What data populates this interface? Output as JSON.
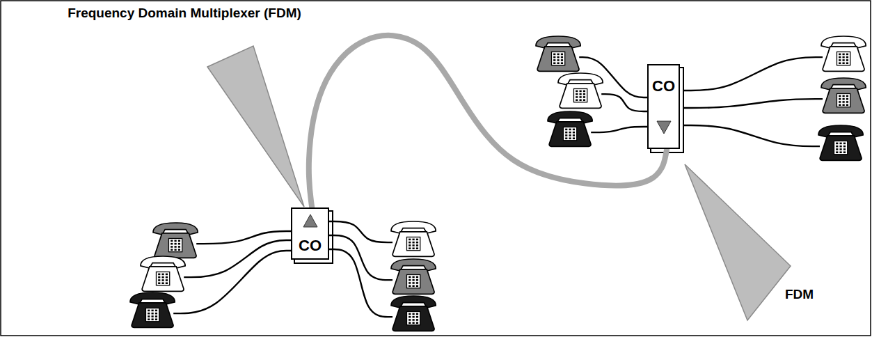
{
  "diagram": {
    "nodes": [
      {
        "text": [
          "CO"
        ]
      },
      {
        "text": [
          "CO"
        ]
      }
    ],
    "edges": [
      {
        "from": 0,
        "to": 1,
        "arrow": "none"
      }
    ],
    "labels": [
      "Frequency Domain Multiplexer (FDM)",
      "FDM"
    ]
  }
}
